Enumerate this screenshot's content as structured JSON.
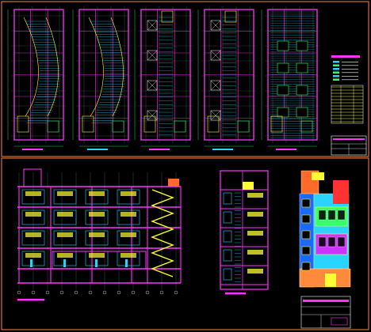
{
  "colors": {
    "background": "#000000",
    "sheet_frame": "#ff8a3d",
    "wall": "#ff33ff",
    "grid_line": "#ffffff",
    "hatch": "#2ad4ff",
    "furniture": "#ffff33",
    "dimension": "#33ff66",
    "annotation": "#ffffff",
    "title_bar": "#ff33ff"
  },
  "sheets": [
    {
      "name": "top-sheet",
      "content": "floor-plans"
    },
    {
      "name": "bottom-sheet",
      "content": "sections-and-elevation"
    }
  ],
  "plans": [
    {
      "name": "plan-1",
      "label_color": "#ff33ff"
    },
    {
      "name": "plan-2",
      "label_color": "#2ad4ff"
    },
    {
      "name": "plan-3",
      "label_color": "#ff33ff"
    },
    {
      "name": "plan-4",
      "label_color": "#2ad4ff"
    },
    {
      "name": "plan-5",
      "label_color": "#ff33ff"
    }
  ],
  "legend": {
    "title_bar_color": "#ff33ff",
    "table_color": "#ffff33"
  },
  "title_blocks": [
    {
      "name": "title-block-top"
    },
    {
      "name": "title-block-bottom"
    }
  ]
}
